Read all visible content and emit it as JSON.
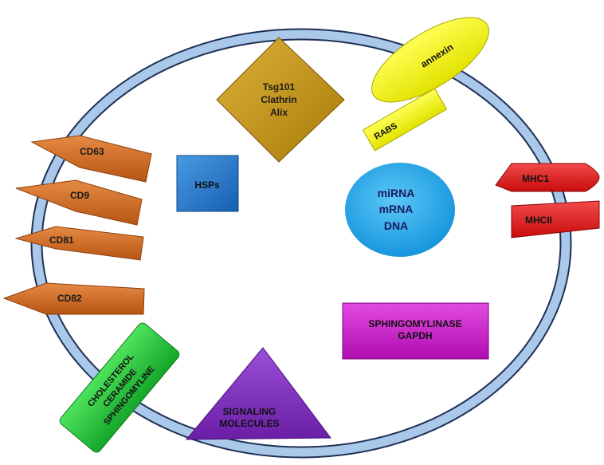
{
  "diagram": {
    "tetraspanins": [
      {
        "label": "CD63"
      },
      {
        "label": "CD9"
      },
      {
        "label": "CD81"
      },
      {
        "label": "CD82"
      }
    ],
    "lipids": {
      "line1": "CHOLESTEROL",
      "line2": "CERAMIDE",
      "line3": "SPHINGOMYLINE"
    },
    "signaling": {
      "line1": "SIGNALING",
      "line2": "MOLECULES"
    },
    "sphingomylinase": {
      "line1": "SPHINGOMYLINASE",
      "line2": "GAPDH"
    },
    "mhc": {
      "mhc1": "MHC1",
      "mhc2": "MHCII"
    },
    "nucleic_acids": {
      "line1": "miRNA",
      "line2": "mRNA",
      "line3": "DNA"
    },
    "hsps": {
      "label": "HSPs"
    },
    "escrt": {
      "line1": "Tsg101",
      "line2": "Clathrin",
      "line3": "Alix"
    },
    "annexin": {
      "label": "annexin"
    },
    "rabs": {
      "label": "RABS"
    },
    "colors": {
      "membrane": "#aac8ea",
      "membrane_edge": "#1f2f55",
      "tetraspanin": "#c8641e",
      "lipid": "#27c23b",
      "signaling": "#7a2bb5",
      "sphingomylinase": "#cc16cc",
      "mhc": "#e21313",
      "nucleic": "#1eaaf0",
      "hsps": "#1f78cd",
      "escrt": "#c9960f",
      "annexin": "#f0f000"
    }
  }
}
